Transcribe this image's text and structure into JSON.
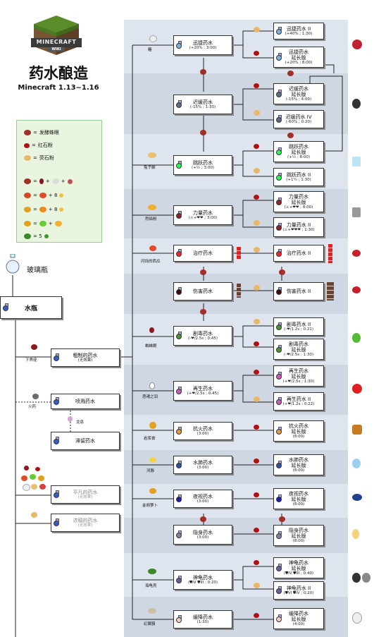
{
  "logo": {
    "top": "MINECRAFT",
    "bottom": "WIKI"
  },
  "title": "药水酿造",
  "subtitle": "Minecraft 1.13~1.16",
  "legend": {
    "items": [
      {
        "icon": "fermented-spider-eye-icon",
        "label": "发酵蛛眼",
        "color": "#a0302a"
      },
      {
        "icon": "redstone-icon",
        "label": "红石粉",
        "color": "#b01010"
      },
      {
        "icon": "glowstone-icon",
        "label": "荧石粉",
        "color": "#e8b86a"
      }
    ],
    "recipes": [
      "+ 8",
      "+ 8",
      "+ 8",
      "= 5"
    ]
  },
  "glass_bottle": "玻璃瓶",
  "water_bottle": "水瓶",
  "awkward": {
    "name": "粗制的药水",
    "sub": "(无效果)"
  },
  "splash": "喷溅药水",
  "lingering": "滞留药水",
  "mundane": {
    "name": "平凡的药水",
    "sub": "(无效果)"
  },
  "thick": {
    "name": "浓稠的药水",
    "sub": "(无效果)"
  },
  "ingredients": {
    "nether_wart": "下界疣",
    "gunpowder": "火药",
    "dragon_breath": "龙息",
    "sugar": "糖",
    "rabbit_foot": "兔子脚",
    "blaze_powder": "烈焰粉",
    "glistering_melon": "闪烁的西瓜",
    "spider_eye": "蜘蛛眼",
    "ghast_tear": "恶魂之泪",
    "magma_cream": "岩浆膏",
    "pufferfish": "河豚",
    "golden_carrot": "金胡萝卜",
    "turtle_shell": "海龟壳",
    "phantom_membrane": "幻翼膜"
  },
  "potions": {
    "swift": {
      "name": "迅捷药水",
      "sub": "(+20% ; 3:00)"
    },
    "swift2": {
      "name": "迅捷药水 II",
      "sub": "(+40% ; 1:30)"
    },
    "swift_ext": {
      "name": "迅捷药水",
      "name2": "延长版",
      "sub": "(+20% ; 8:00)"
    },
    "slow": {
      "name": "迟缓药水",
      "sub": "(-15% ; 1:30)"
    },
    "slow_ext": {
      "name": "迟缓药水",
      "name2": "延长版",
      "sub": "(-15% ; 4:00)"
    },
    "slow4": {
      "name": "迟缓药水 IV",
      "sub": "(-60% ; 0:20)"
    },
    "leap": {
      "name": "跳跃药水",
      "sub": "(+½ ; 3:00)"
    },
    "leap_ext": {
      "name": "跳跃药水",
      "name2": "延长版",
      "sub": "(+½ ; 8:00)"
    },
    "leap2": {
      "name": "跳跃药水 II",
      "sub": "(+1¼ ; 1:30)"
    },
    "strength": {
      "name": "力量药水",
      "sub": "(⚔+❤❤ ; 3:00)"
    },
    "strength_ext": {
      "name": "力量药水",
      "name2": "延长版",
      "sub": "(⚔+❤❤ ; 8:00)"
    },
    "strength2": {
      "name": "力量药水 II",
      "sub": "(⚔+❤❤❤ ; 1:30)"
    },
    "healing": {
      "name": "治疗药水"
    },
    "healing2": {
      "name": "治疗药水 II"
    },
    "harming": {
      "name": "伤害药水"
    },
    "harming2": {
      "name": "伤害药水 II"
    },
    "poison": {
      "name": "剧毒药水",
      "sub": "(-❤/2.5s ; 0:45)"
    },
    "poison2": {
      "name": "剧毒药水 II",
      "sub": "(-❤/1.2s ; 0:21)"
    },
    "poison_ext": {
      "name": "剧毒药水",
      "name2": "延长版",
      "sub": "(-❤/2.5s ; 1:30)"
    },
    "regen": {
      "name": "再生药水",
      "sub": "(+❤/2.5s ; 0:45)"
    },
    "regen_ext": {
      "name": "再生药水",
      "name2": "延长版",
      "sub": "(+❤/2.5s ; 1:30)"
    },
    "regen2": {
      "name": "再生药水 II",
      "sub": "(+❤/1.2s ; 0:22)"
    },
    "fire": {
      "name": "抗火药水",
      "sub": "(3:00)"
    },
    "fire_ext": {
      "name": "抗火药水",
      "name2": "延长版",
      "sub": "(8:00)"
    },
    "water": {
      "name": "水肺药水",
      "sub": "(3:00)"
    },
    "water_ext": {
      "name": "水肺药水",
      "name2": "延长版",
      "sub": "(8:00)"
    },
    "night": {
      "name": "夜视药水",
      "sub": "(3:00)"
    },
    "night_ext": {
      "name": "夜视药水",
      "name2": "延长版",
      "sub": "(8:00)"
    },
    "invis": {
      "name": "隐身药水",
      "sub": "(3:00)"
    },
    "invis_ext": {
      "name": "隐身药水",
      "name2": "延长版",
      "sub": "(8:00)"
    },
    "turtle": {
      "name": "神龟药水",
      "sub": "(⛊IV ⛊III ; 0:20)"
    },
    "turtle_ext": {
      "name": "神龟药水",
      "name2": "延长版",
      "sub": "(⛊IV ⛊III ; 0:40)"
    },
    "turtle2": {
      "name": "神龟药水 II",
      "sub": "(⛊VI ⛊IV ; 0:20)"
    },
    "slowfall": {
      "name": "缓降药水",
      "sub": "(1:30)"
    },
    "slowfall_ext": {
      "name": "缓降药水",
      "name2": "延长版",
      "sub": "(4:00)"
    }
  },
  "colors": {
    "swift": "#7cb4d8",
    "slow": "#5a6c81",
    "leap": "#22ff4c",
    "strength": "#932423",
    "healing": "#f82423",
    "harming": "#430a09",
    "poison": "#4e9331",
    "regen": "#cd5cab",
    "fire": "#e49a3a",
    "water": "#2e5299",
    "night": "#1f1fa1",
    "invis": "#7f8392",
    "turtle": "#6a6090",
    "slowfall": "#f3cfb9",
    "water_bottle": "#385dc6",
    "awkward": "#385dc6",
    "red": "#a8201a",
    "red_dust": "#b01010",
    "glow": "#e8b86a"
  }
}
